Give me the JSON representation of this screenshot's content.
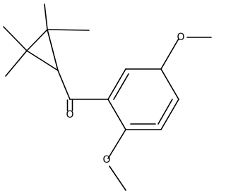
{
  "molecule": {
    "atoms": {
      "carbonyl_oxygen": "O",
      "ring_methoxy_oxygen_top": "O",
      "ring_methoxy_oxygen_bottom": "O"
    },
    "colors": {
      "bond": "#000000",
      "label": "#000000",
      "background": "#ffffff"
    }
  }
}
